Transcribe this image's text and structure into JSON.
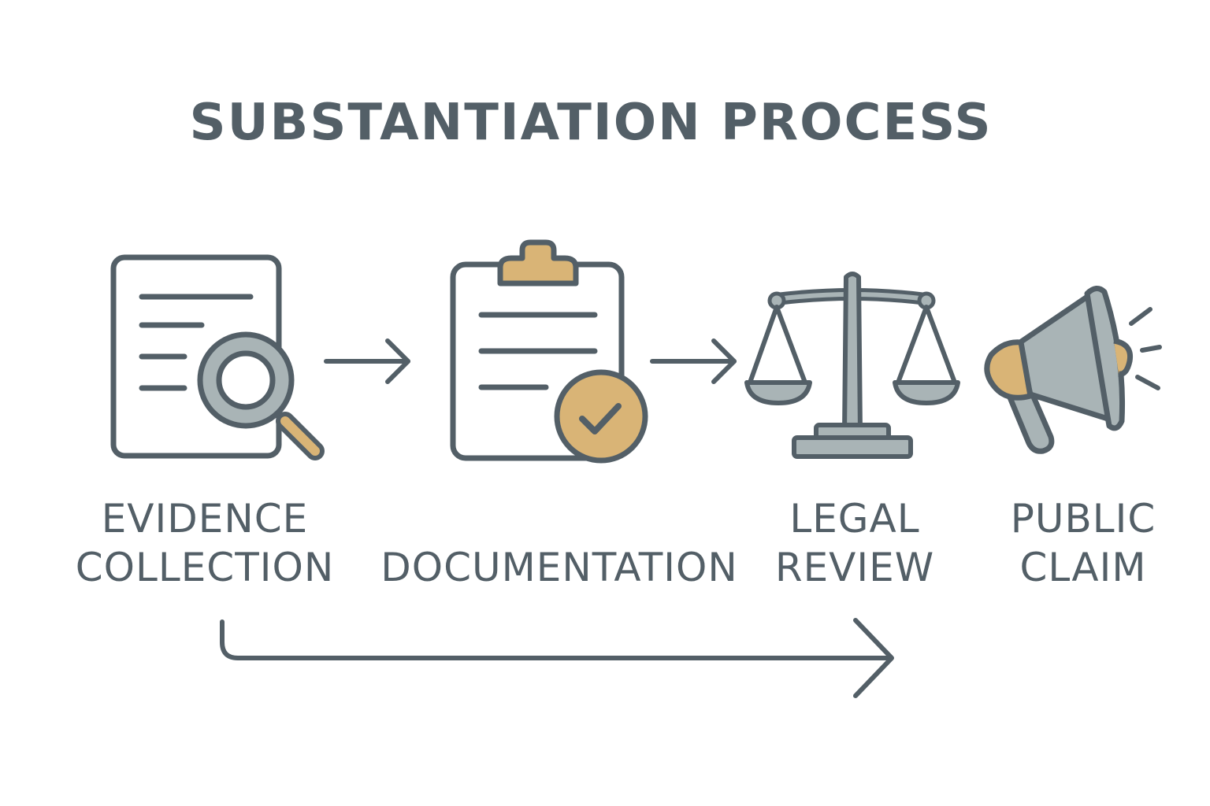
{
  "title": "SUBSTANTIATION PROCESS",
  "colors": {
    "stroke": "#535f67",
    "accent": "#d9b476",
    "fill_grey": "#a9b4b6",
    "background": "#ffffff"
  },
  "steps": [
    {
      "line1": "EVIDENCE",
      "line2": "COLLECTION",
      "icon": "document-magnifier-icon"
    },
    {
      "line1": "",
      "line2": "DOCUMENTATION",
      "icon": "clipboard-check-icon"
    },
    {
      "line1": "LEGAL",
      "line2": "REVIEW",
      "icon": "scales-icon"
    },
    {
      "line1": "PUBLIC",
      "line2": "CLAIM",
      "icon": "megaphone-icon"
    }
  ]
}
